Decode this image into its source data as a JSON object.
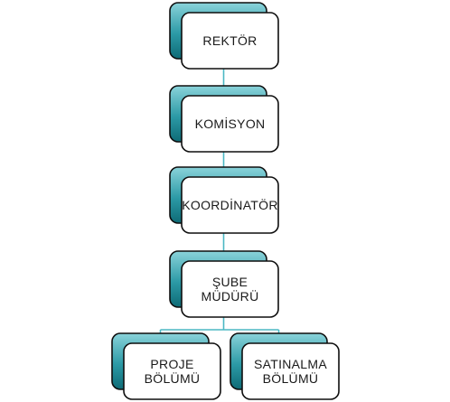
{
  "diagram": {
    "type": "org-chart",
    "colors": {
      "back_light": "#8ad3da",
      "back_dark": "#0e6b76",
      "front_fill": "#ffffff",
      "border": "#0f0f0f",
      "connector": "#4bb8c4",
      "text": "#1a1a1a"
    },
    "nodes": [
      {
        "id": "rektor",
        "lines": [
          "REKTÖR"
        ]
      },
      {
        "id": "komisyon",
        "lines": [
          "KOMİSYON"
        ]
      },
      {
        "id": "koordinator",
        "lines": [
          "KOORDİNATÖR"
        ]
      },
      {
        "id": "sube-muduru",
        "lines": [
          "ŞUBE",
          "MÜDÜRÜ"
        ]
      },
      {
        "id": "proje-bolumu",
        "lines": [
          "PROJE",
          "BÖLÜMÜ"
        ]
      },
      {
        "id": "satinalma-bolumu",
        "lines": [
          "SATINALMA",
          "BÖLÜMÜ"
        ]
      }
    ],
    "edges": [
      {
        "from": "rektor",
        "to": "komisyon"
      },
      {
        "from": "komisyon",
        "to": "koordinator"
      },
      {
        "from": "koordinator",
        "to": "sube-muduru"
      },
      {
        "from": "sube-muduru",
        "to": "proje-bolumu"
      },
      {
        "from": "sube-muduru",
        "to": "satinalma-bolumu"
      }
    ]
  }
}
